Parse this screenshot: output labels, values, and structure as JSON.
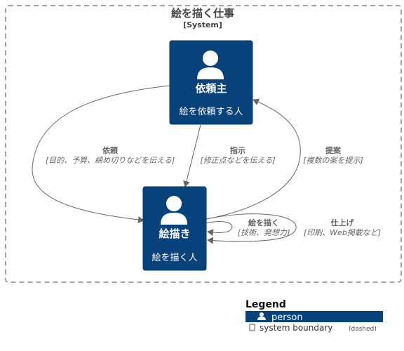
{
  "boundary": {
    "title": "絵を描く仕事",
    "type_label": "[System]"
  },
  "people": {
    "client": {
      "name": "依頼主",
      "description": "絵を依頼する人"
    },
    "artist": {
      "name": "絵描き",
      "description": "絵を描く人"
    }
  },
  "relations": {
    "request": {
      "label": "依頼",
      "tech": "[目的、予算、締め切りなどを伝える]"
    },
    "direct": {
      "label": "指示",
      "tech": "[修正点などを伝える]"
    },
    "propose": {
      "label": "提案",
      "tech": "[複数の案を提示]"
    },
    "draw": {
      "label": "絵を描く",
      "tech": "[技術、発想力]"
    },
    "finish": {
      "label": "仕上げ",
      "tech": "[印刷、Web掲載など]"
    }
  },
  "legend": {
    "title": "Legend",
    "person_label": "person",
    "boundary_label": "system boundary",
    "boundary_note": "(dashed)"
  },
  "colors": {
    "person_fill": "#08427B",
    "edge": "#666666",
    "boundary_stroke": "#444444"
  }
}
